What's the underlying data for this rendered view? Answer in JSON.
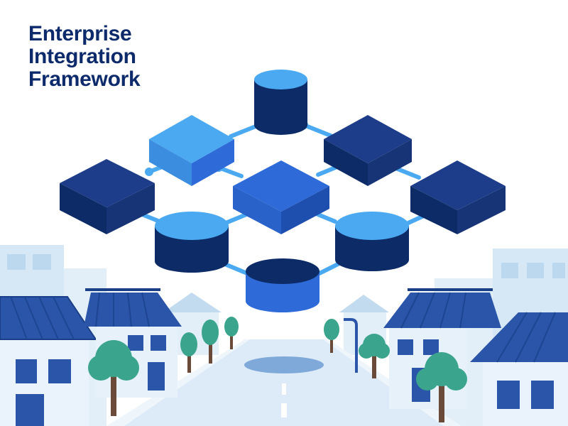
{
  "title": {
    "lines": [
      "Enterprise",
      "Integration",
      "Framework"
    ]
  },
  "colors": {
    "title": "#0d2a6b",
    "navy": "#0d2b66",
    "royal_blue": "#2f6bd8",
    "mid_blue": "#2962c9",
    "sky_blue": "#4aa9f1",
    "connector": "#4aa9f1",
    "house_roof": "#2a55a8",
    "house_wall": "#e6f1fa",
    "building": "#cfe3f3",
    "tree": "#3aa58c",
    "road": "#d8e9f6"
  },
  "illustration": {
    "subject": "network of database cylinders and server blocks above a town street",
    "icons": [
      "database-icon",
      "server-block-icon",
      "house-icon",
      "tree-icon",
      "street-lamp-icon"
    ]
  }
}
